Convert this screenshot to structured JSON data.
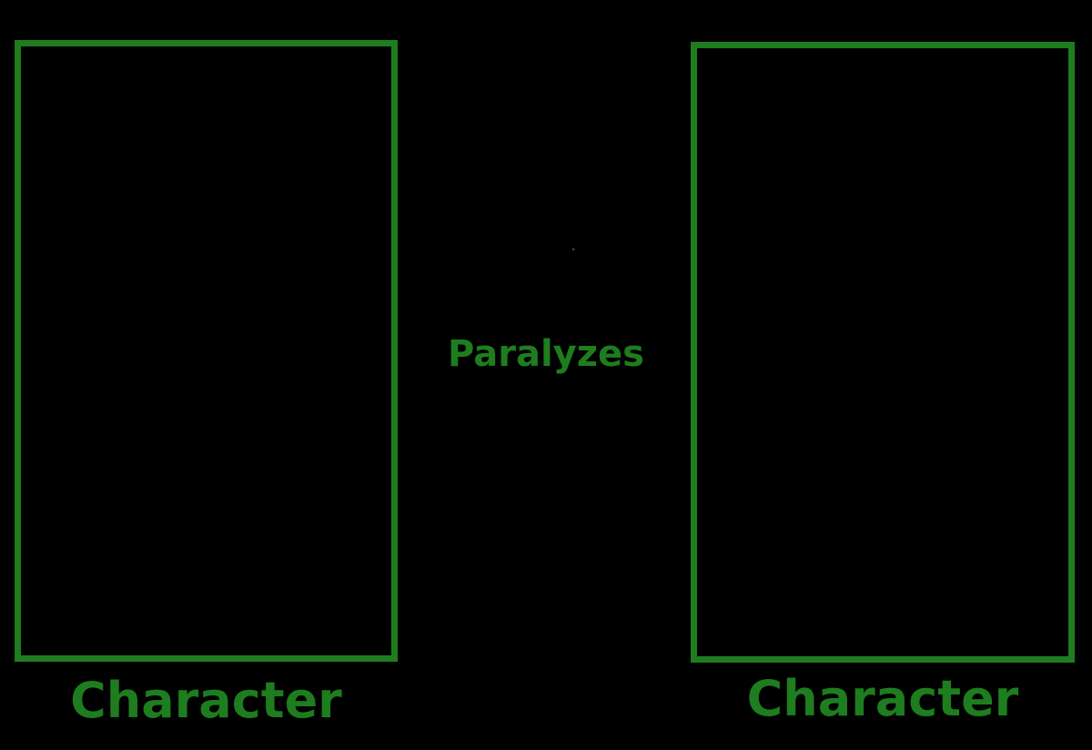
{
  "left_panel": {
    "caption": "Character"
  },
  "right_panel": {
    "caption": "Character"
  },
  "relation": {
    "label": "Paralyzes"
  },
  "colors": {
    "accent": "#1e7d1e",
    "background": "#000000"
  }
}
